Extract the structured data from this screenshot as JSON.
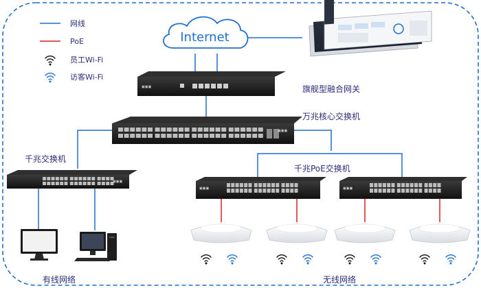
{
  "legend": {
    "wired": "网线",
    "poe": "PoE",
    "staff_wifi": "员工Wi-Fi",
    "guest_wifi": "访客Wi-Fi"
  },
  "cloud": {
    "label": "Internet"
  },
  "devices": {
    "gateway": "旗舰型融合网关",
    "core_switch": "万兆核心交换机",
    "gigabit_switch": "千兆交换机",
    "poe_switch": "千兆PoE交换机"
  },
  "sections": {
    "wired_network": "有线网络",
    "wireless_network": "无线网络"
  },
  "colors": {
    "wired": "#1f6fd1",
    "poe": "#d62020",
    "border": "#1f6fd1",
    "device": "#1a1a1a",
    "staff_wifi": "#111111",
    "guest_wifi": "#1f6fd1"
  }
}
